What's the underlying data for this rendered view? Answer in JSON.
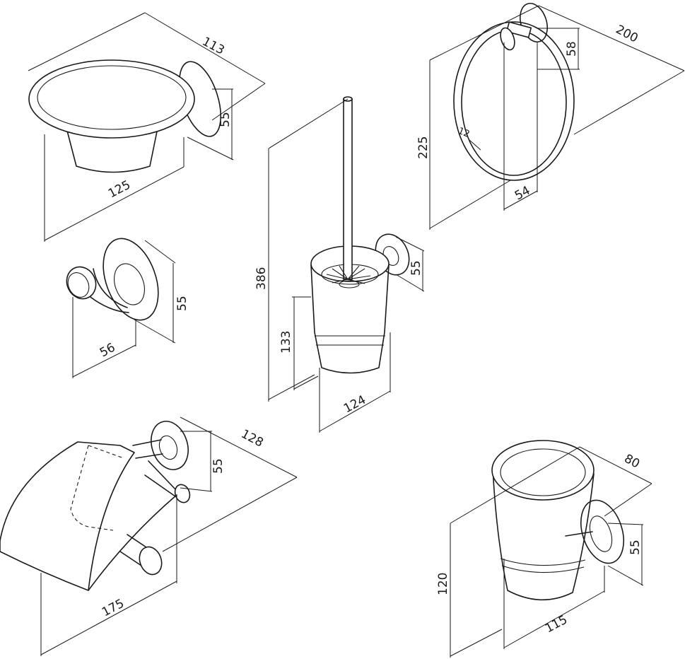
{
  "dimensions": {
    "soap_dish": {
      "depth": "113",
      "height": "55",
      "width": "125"
    },
    "hook": {
      "height": "55",
      "depth": "56"
    },
    "toilet_brush": {
      "total_height": "386",
      "cup_height": "133",
      "wall_height": "55",
      "width": "124"
    },
    "towel_ring": {
      "width": "200",
      "mount_height": "58",
      "height": "225",
      "offset": "12",
      "depth": "54"
    },
    "paper_holder": {
      "depth": "128",
      "height": "55",
      "width": "175"
    },
    "tumbler": {
      "depth": "80",
      "height": "55",
      "cup_height": "120",
      "width": "115"
    }
  }
}
